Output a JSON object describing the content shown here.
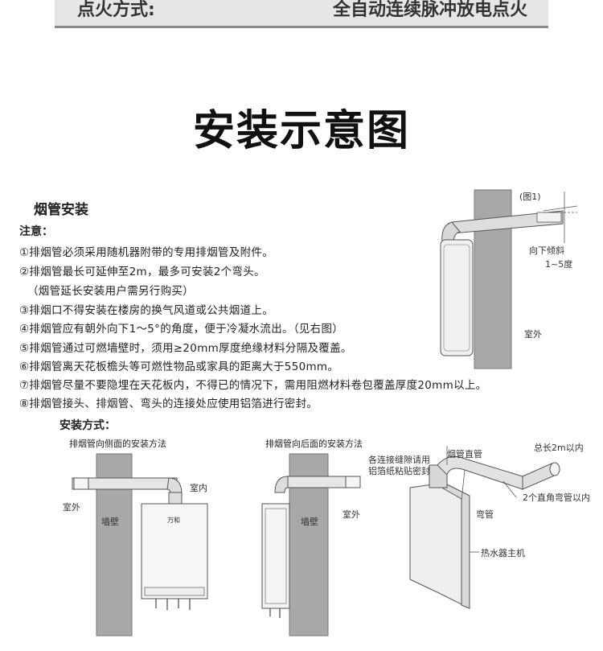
{
  "header": {
    "ignition_label": "点火方式:",
    "ignition_value": "全自动连续脉冲放电点火"
  },
  "title": "安装示意图",
  "section": {
    "title": "烟管安装",
    "notes_label": "注意：",
    "notes": [
      "①排烟管必须采用随机器附带的专用排烟管及附件。",
      "②排烟管最长可延伸至2m，最多可安装2个弯头。",
      "（烟管延长安装用户需另行购买）",
      "③排烟口不得安装在楼房的换气风道或公共烟道上。",
      "④排烟管应有朝外向下1～5°的角度，便于冷凝水流出。（见右图）",
      "⑤排烟管通过可燃墙壁时，须用≥20mm厚度绝缘材料分隔及覆盖。",
      "⑥排烟管离天花板檐头等可燃性物品或家具的距离大于550mm。",
      "⑦排烟管尽量不要隐埋在天花板内，不得已的情况下，需用阻燃材料卷包覆盖厚度20mm以上。",
      "⑧排烟管接头、排烟管、弯头的连接处应使用铝箔进行密封。"
    ]
  },
  "figure1": {
    "tag": "(图1)",
    "slope": "向下倾斜",
    "slope_range": "1~5度",
    "outdoor": "室外"
  },
  "install": {
    "title": "安装方式：",
    "side": {
      "caption": "排烟管向侧面的安装方法",
      "indoor": "室内",
      "outdoor": "室外",
      "wall": "墙壁",
      "brand": "万和"
    },
    "back": {
      "caption": "排烟管向后面的安装方法",
      "outdoor": "室外",
      "wall": "墙壁"
    },
    "detail": {
      "seal_note_1": "各连接缝隙请用",
      "seal_note_2": "铝箔纸粘贴密封",
      "straight_pipe": "烟管直管",
      "total_length": "总长2m以内",
      "elbows": "2个直角弯管以内",
      "elbow": "弯管",
      "heater": "热水器主机"
    }
  }
}
